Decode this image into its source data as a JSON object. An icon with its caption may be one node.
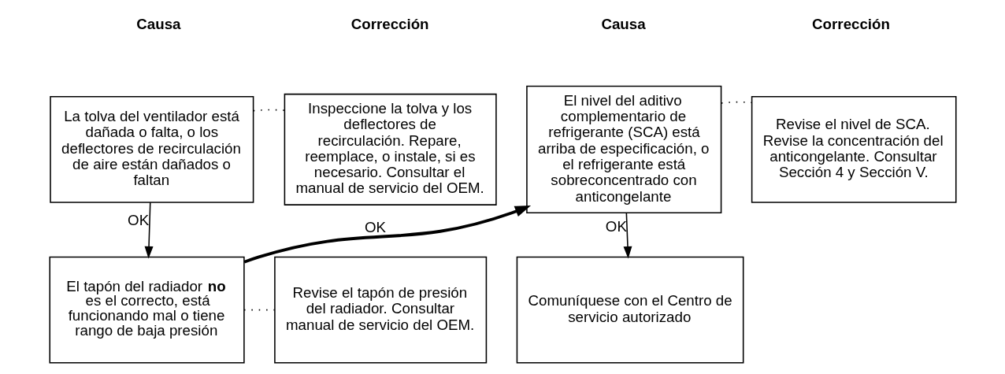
{
  "diagram": {
    "nodes": [
      {
        "text": [
          "La tolva del ventilador está dañada o falta, o los deflectores de recirculación de aire están dañados o faltan"
        ]
      },
      {
        "text": [
          "Inspeccione la tolva y los deflectores de recirculación. Repare, reemplace, o instale, si es necesario. Consultar el manual de servicio del OEM."
        ]
      },
      {
        "text": [
          "El tapón del radiador **no** es el correcto, está funcionando mal o tiene rango de baja presión"
        ]
      },
      {
        "text": [
          "Revise el tapón de presión del radiador. Consultar manual de servicio del OEM."
        ]
      },
      {
        "text": [
          "El nivel del aditivo complementario de refrigerante (SCA) está arriba de especificación, o el refrigerante está sobreconcentrado con anticongelante"
        ]
      },
      {
        "text": [
          "Revise el nivel de SCA. Revise la concentración del anticongelante. Consultar Sección 4 y Sección V."
        ]
      },
      {
        "text": [
          "Comuníquese con el Centro de servicio autorizado"
        ]
      }
    ],
    "edges": [
      {
        "from": 0,
        "to": 1,
        "arrow": "none",
        "style": "dashed"
      },
      {
        "from": 0,
        "to": 2,
        "arrow": "to",
        "label": "OK"
      },
      {
        "from": 2,
        "to": 3,
        "arrow": "none",
        "style": "dashed"
      },
      {
        "from": 2,
        "to": 4,
        "arrow": "to",
        "label": "OK",
        "style": "thick"
      },
      {
        "from": 4,
        "to": 5,
        "arrow": "none",
        "style": "dashed"
      },
      {
        "from": 4,
        "to": 6,
        "arrow": "to",
        "label": "OK"
      }
    ],
    "labels": [
      "Causa",
      "Corrección",
      "Causa",
      "Corrección"
    ]
  }
}
